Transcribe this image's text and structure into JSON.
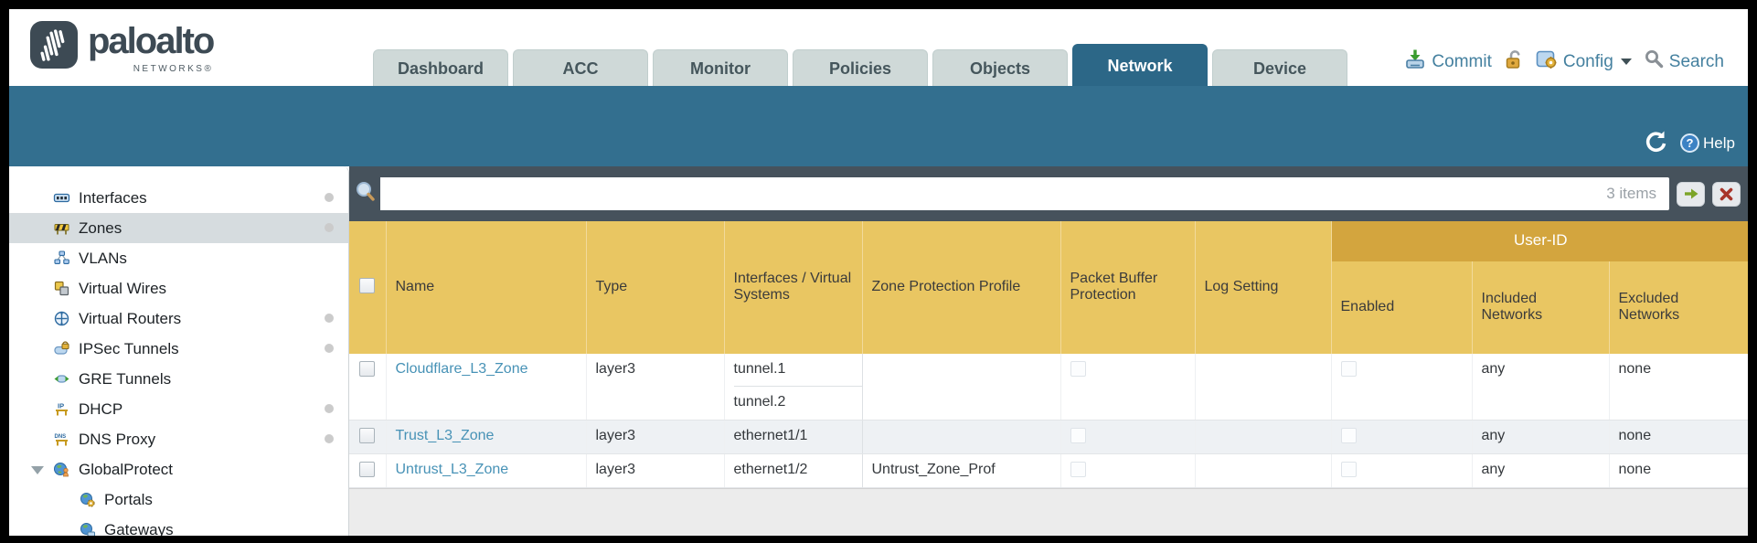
{
  "brand": {
    "name": "paloalto",
    "sub": "NETWORKS®"
  },
  "nav_tabs": [
    {
      "label": "Dashboard",
      "active": false
    },
    {
      "label": "ACC",
      "active": false
    },
    {
      "label": "Monitor",
      "active": false
    },
    {
      "label": "Policies",
      "active": false
    },
    {
      "label": "Objects",
      "active": false
    },
    {
      "label": "Network",
      "active": true
    },
    {
      "label": "Device",
      "active": false
    }
  ],
  "header_actions": {
    "commit_label": "Commit",
    "config_label": "Config",
    "search_label": "Search"
  },
  "topbar": {
    "help_label": "Help"
  },
  "filter_bar": {
    "value": "",
    "items_count": "3 items"
  },
  "sidebar": {
    "items": [
      {
        "label": "Interfaces",
        "icon": "interfaces-icon",
        "dot": true,
        "selected": false
      },
      {
        "label": "Zones",
        "icon": "zones-icon",
        "dot": true,
        "selected": true
      },
      {
        "label": "VLANs",
        "icon": "vlans-icon",
        "dot": false,
        "selected": false
      },
      {
        "label": "Virtual Wires",
        "icon": "virtual-wires-icon",
        "dot": false,
        "selected": false
      },
      {
        "label": "Virtual Routers",
        "icon": "virtual-routers-icon",
        "dot": true,
        "selected": false
      },
      {
        "label": "IPSec Tunnels",
        "icon": "ipsec-tunnels-icon",
        "dot": true,
        "selected": false
      },
      {
        "label": "GRE Tunnels",
        "icon": "gre-tunnels-icon",
        "dot": false,
        "selected": false
      },
      {
        "label": "DHCP",
        "icon": "dhcp-icon",
        "dot": true,
        "selected": false
      },
      {
        "label": "DNS Proxy",
        "icon": "dns-proxy-icon",
        "dot": true,
        "selected": false
      },
      {
        "label": "GlobalProtect",
        "icon": "globalprotect-icon",
        "dot": false,
        "selected": false,
        "expanded": true
      },
      {
        "label": "Portals",
        "icon": "portals-icon",
        "dot": false,
        "selected": false,
        "indent": true
      },
      {
        "label": "Gateways",
        "icon": "gateways-icon",
        "dot": false,
        "selected": false,
        "indent": true
      }
    ]
  },
  "table": {
    "group_header": "User-ID",
    "columns": {
      "name": "Name",
      "type": "Type",
      "interfaces": "Interfaces / Virtual Systems",
      "zone_protection": "Zone Protection Profile",
      "packet_buffer": "Packet Buffer Protection",
      "log_setting": "Log Setting",
      "enabled": "Enabled",
      "included": "Included Networks",
      "excluded": "Excluded Networks"
    },
    "rows": [
      {
        "name": "Cloudflare_L3_Zone",
        "type": "layer3",
        "interfaces": [
          "tunnel.1",
          "tunnel.2"
        ],
        "zone_protection_profile": "",
        "log_setting": "",
        "included_networks": "any",
        "excluded_networks": "none"
      },
      {
        "name": "Trust_L3_Zone",
        "type": "layer3",
        "interfaces": [
          "ethernet1/1"
        ],
        "zone_protection_profile": "",
        "log_setting": "",
        "included_networks": "any",
        "excluded_networks": "none"
      },
      {
        "name": "Untrust_L3_Zone",
        "type": "layer3",
        "interfaces": [
          "ethernet1/2"
        ],
        "zone_protection_profile": "Untrust_Zone_Prof",
        "log_setting": "",
        "included_networks": "any",
        "excluded_networks": "none"
      }
    ]
  },
  "colors": {
    "teal_band": "#336f8f",
    "active_tab": "#2c6787",
    "filter_bar_slate": "#46525c",
    "table_header_gold": "#e9c662",
    "user_id_band_gold": "#d3a53e",
    "link_blue": "#4792b6",
    "tab_inactive": "#cfd9d8",
    "sidebar_selected": "#d6dcdf"
  }
}
